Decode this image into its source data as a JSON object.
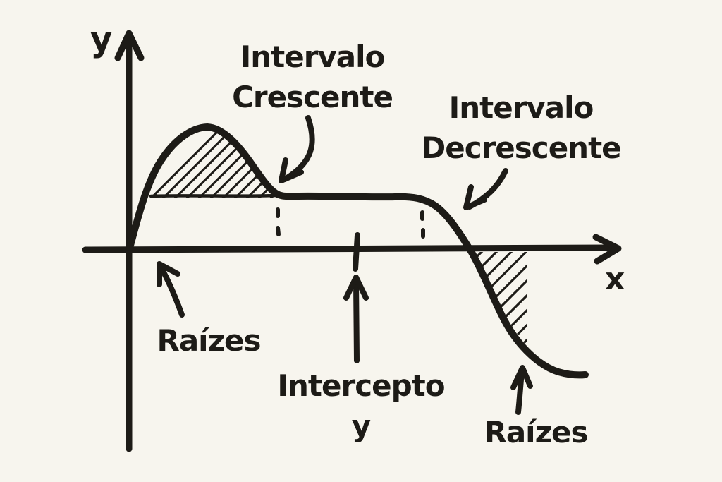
{
  "colors": {
    "background": "#f7f5ee",
    "ink": "#1d1b17"
  },
  "axes": {
    "y_label": "y",
    "x_label": "x"
  },
  "annotations": {
    "increasing_interval": {
      "line1": "Intervalo",
      "line2": "Crescente"
    },
    "decreasing_interval": {
      "line1": "Intervalo",
      "line2": "Decrescente"
    },
    "roots_left": {
      "text": "Raízes"
    },
    "roots_right": {
      "text": "Raízes"
    },
    "y_intercept": {
      "line1": "Intercepto",
      "line2": "y"
    }
  }
}
